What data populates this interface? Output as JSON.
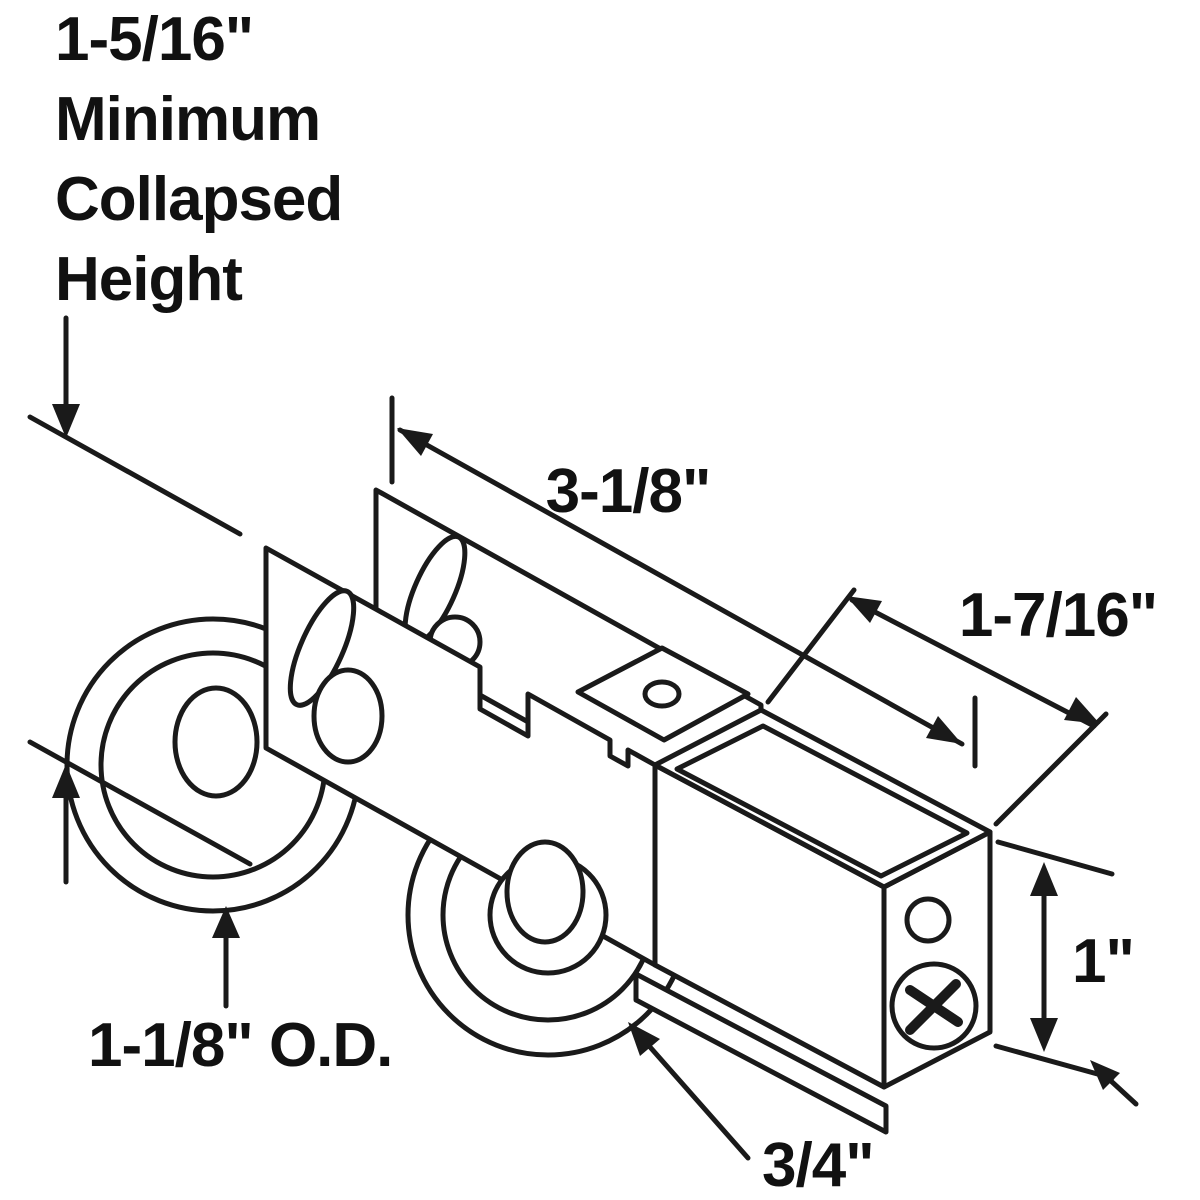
{
  "diagram": {
    "type": "technical-dimension-drawing",
    "subject": "Tandem sliding glass door roller assembly",
    "background": "#ffffff",
    "line_color": "#1a1a1a",
    "labels": {
      "min_collapsed_height_line1": "1-5/16\"",
      "min_collapsed_height_line2": "Minimum",
      "min_collapsed_height_line3": "Collapsed",
      "min_collapsed_height_line4": "Height",
      "frame_length": "3-1/8\"",
      "housing_width": "1-7/16\"",
      "roller_outer_diameter": "1-1/8\" O.D.",
      "housing_height": "1\"",
      "bottom_tab_width": "3/4\""
    }
  }
}
